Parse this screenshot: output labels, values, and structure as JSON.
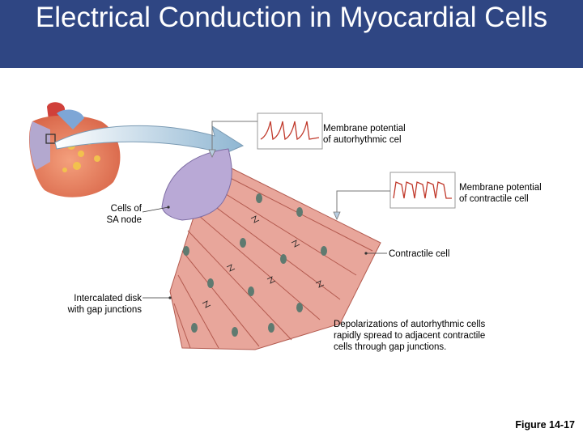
{
  "title": "Electrical Conduction in Myocardial Cells",
  "labels": {
    "autorhythmic": [
      "Membrane potential",
      "of autorhythmic cel"
    ],
    "contractile_potential": [
      "Membrane potential",
      "of contractile cell"
    ],
    "sa_node": [
      "Cells of",
      "SA node"
    ],
    "contractile_cell": "Contractile cell",
    "intercalated": [
      "Intercalated disk",
      "with gap junctions"
    ],
    "depolarization": [
      "Depolarizations of autorhythmic cells",
      "rapidly spread to adjacent contractile",
      "cells through gap junctions."
    ]
  },
  "figure_label": "Figure 14-17",
  "colors": {
    "title_bg": "#2f4683",
    "sa_node": "#b9a9d6",
    "muscle": "#e59a8f",
    "nucleus": "#5f7a70",
    "trace": "#c0392b"
  }
}
